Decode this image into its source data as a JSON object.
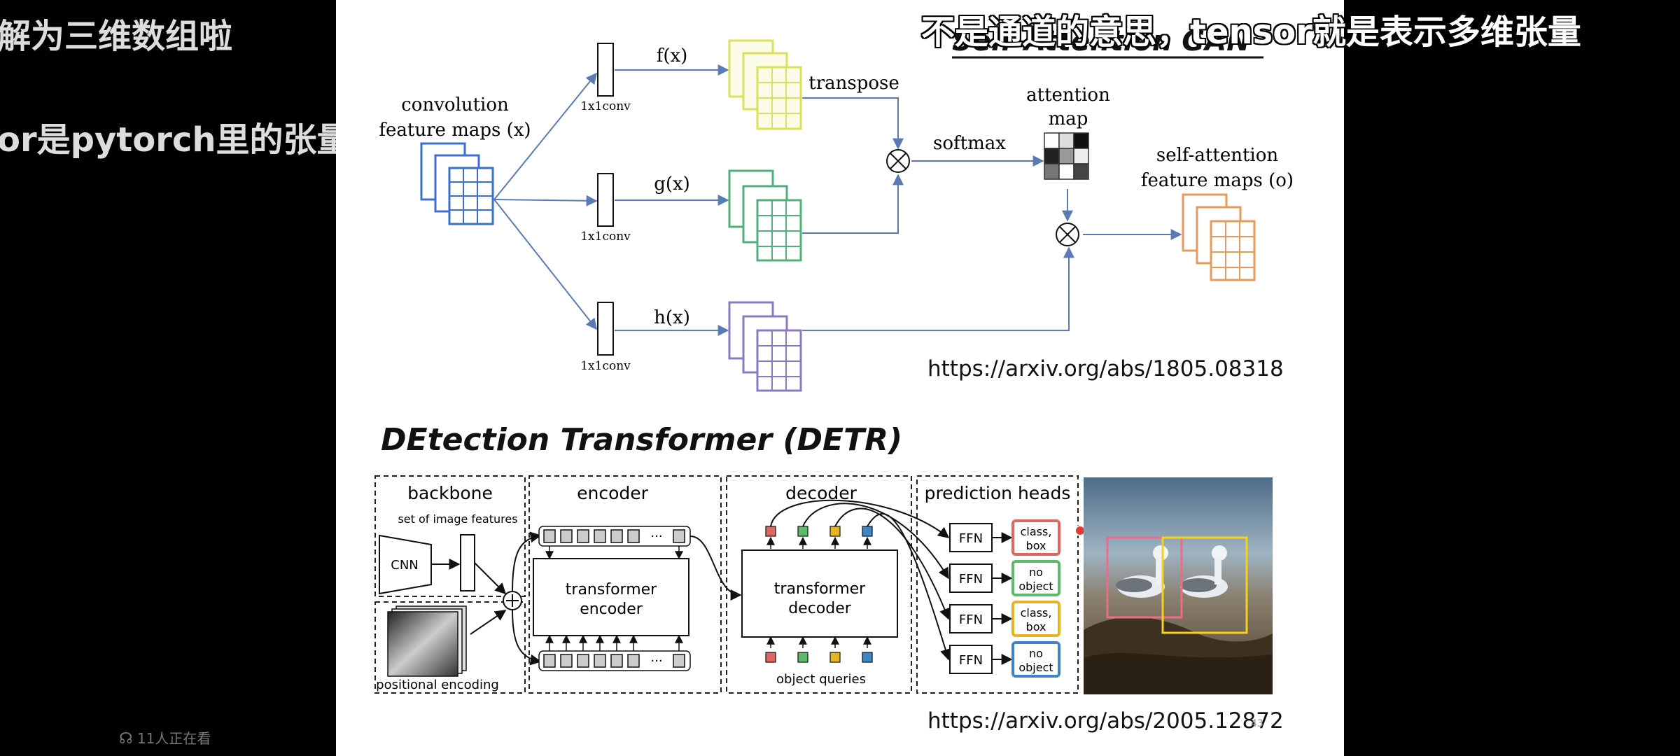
{
  "subtitles": {
    "left_line1": "解为三维数组啦",
    "left_line2": "or是pytorch里的张量",
    "right_line": "不是通道的意思，tensor就是表示多维张量"
  },
  "live": {
    "viewers": "11人正在看"
  },
  "sagan": {
    "title": "Self-Attention GAN",
    "input_label_1": "convolution",
    "input_label_2": "feature maps (x)",
    "conv_label": "1x1conv",
    "f": "f(x)",
    "g": "g(x)",
    "h": "h(x)",
    "transpose": "transpose",
    "softmax": "softmax",
    "attn_label_1": "attention",
    "attn_label_2": "map",
    "out_label_1": "self-attention",
    "out_label_2": "feature maps (o)",
    "url": "https://arxiv.org/abs/1805.08318"
  },
  "detr": {
    "title": "DEtection Transformer (DETR)",
    "backbone": "backbone",
    "image_features": "set of image features",
    "cnn": "CNN",
    "positional": "positional encoding",
    "encoder": "encoder",
    "encoder_box_1": "transformer",
    "encoder_box_2": "encoder",
    "decoder": "decoder",
    "decoder_box_1": "transformer",
    "decoder_box_2": "decoder",
    "object_queries": "object queries",
    "prediction_heads": "prediction heads",
    "ffn": "FFN",
    "outputs": [
      {
        "line1": "class,",
        "line2": "box",
        "color": "#e06666"
      },
      {
        "line1": "no",
        "line2": "object",
        "color": "#5fb96a"
      },
      {
        "line1": "class,",
        "line2": "box",
        "color": "#e6b422"
      },
      {
        "line1": "no",
        "line2": "object",
        "color": "#3d85c6"
      }
    ],
    "url": "https://arxiv.org/abs/2005.12872",
    "page_number": "43"
  },
  "colors": {
    "f_maps": "#d9e25a",
    "g_maps": "#4fb07a",
    "h_maps": "#8a78c0",
    "x_maps": "#3a6fd0",
    "o_maps": "#e59a5e",
    "arrow": "#5a7ab5"
  }
}
